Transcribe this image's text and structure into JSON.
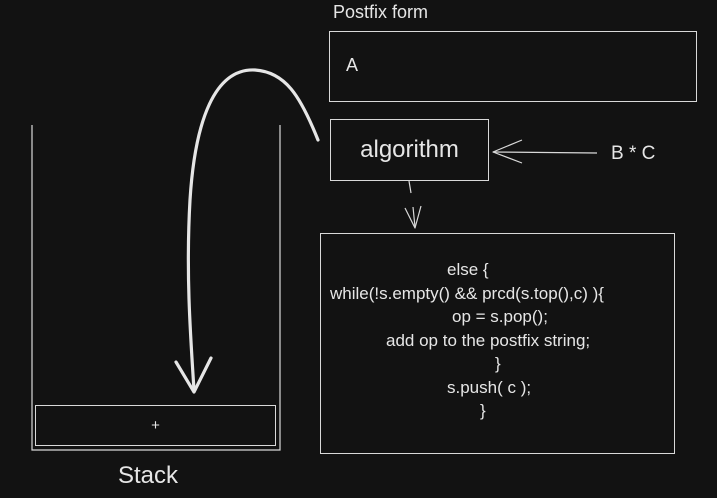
{
  "postfix": {
    "title": "Postfix form",
    "value": "A"
  },
  "algorithm": {
    "label": "algorithm",
    "input": "B * C"
  },
  "code": {
    "lines": [
      "else {",
      "while(!s.empty() && prcd(s.top(),c) ){",
      "op = s.pop();",
      "add op to the postfix string;",
      "}",
      "s.push( c );",
      "}"
    ]
  },
  "stack": {
    "label": "Stack",
    "top_item": "+"
  },
  "colors": {
    "background": "#121212",
    "stroke": "#d9d9d9",
    "text": "#e6e6e6"
  }
}
